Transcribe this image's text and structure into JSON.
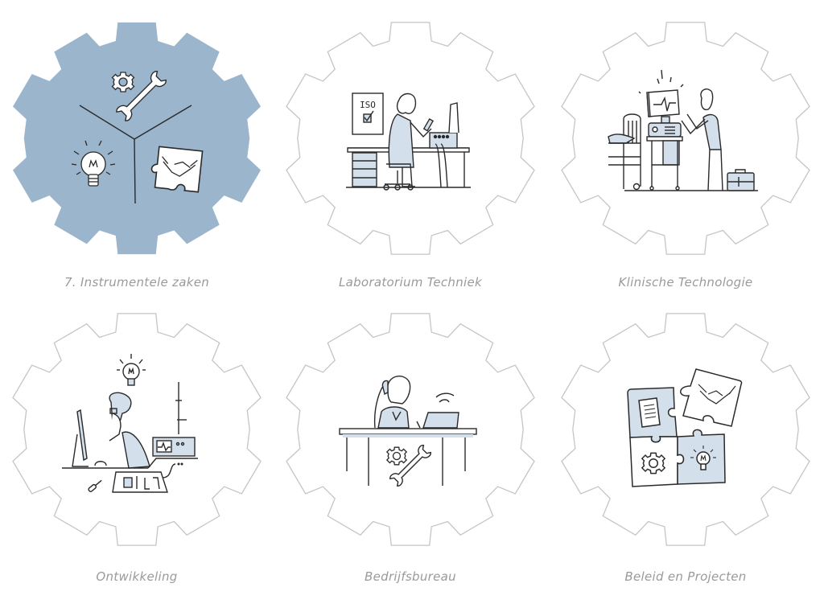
{
  "colors": {
    "active_gear_fill": "#9ab5cc",
    "gear_outline": "#c4c4c4",
    "illustration_fill": "#d3dfea",
    "ink": "#2a2a2a",
    "caption": "#9a9a9a"
  },
  "tiles": [
    {
      "label": "7.  Instrumentele zaken",
      "active": true,
      "icons": [
        "gear-icon",
        "wrench-icon",
        "lightbulb-icon",
        "puzzle-handshake-icon"
      ]
    },
    {
      "label": "Laboratorium Techniek",
      "active": false,
      "icons": [
        "iso-certificate-icon",
        "technician-at-desk-icon",
        "lab-device-icon",
        "desk-drawers-icon"
      ]
    },
    {
      "label": "Klinische Technologie",
      "active": false,
      "icons": [
        "hospital-bed-icon",
        "patient-monitor-icon",
        "technician-icon",
        "toolbox-icon"
      ]
    },
    {
      "label": "Ontwikkeling",
      "active": false,
      "icons": [
        "lightbulb-icon",
        "developer-icon",
        "computer-monitor-icon",
        "oscilloscope-icon",
        "circuit-board-icon",
        "screwdriver-icon"
      ]
    },
    {
      "label": "Bedrijfsbureau",
      "active": false,
      "icons": [
        "office-worker-phone-icon",
        "laptop-icon",
        "wifi-icon",
        "desk-icon",
        "gear-icon",
        "wrench-icon"
      ]
    },
    {
      "label": "Beleid en Projecten",
      "active": false,
      "icons": [
        "puzzle-checklist-icon",
        "puzzle-handshake-icon",
        "puzzle-gear-icon",
        "puzzle-lightbulb-icon"
      ]
    }
  ]
}
